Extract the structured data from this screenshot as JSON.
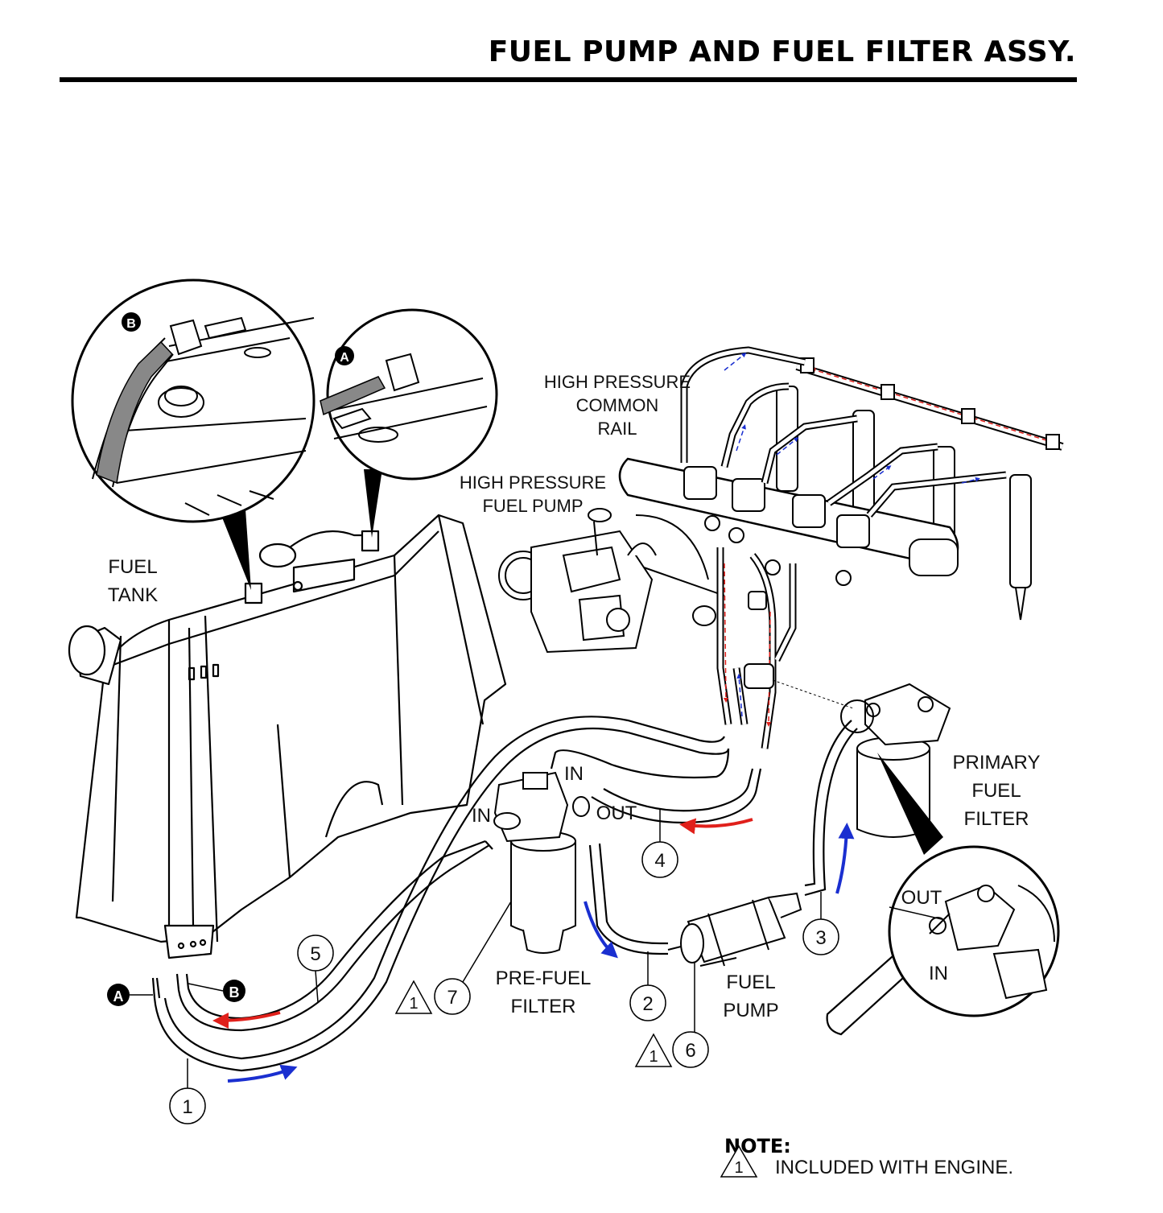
{
  "title": "FUEL PUMP AND FUEL FILTER ASSY.",
  "labels": {
    "fuel_tank": [
      "FUEL",
      "TANK"
    ],
    "hp_common_rail": [
      "HIGH PRESSURE",
      "COMMON",
      "RAIL"
    ],
    "hp_fuel_pump": [
      "HIGH PRESSURE",
      "FUEL PUMP"
    ],
    "primary_fuel_filter": [
      "PRIMARY",
      "FUEL",
      "FILTER"
    ],
    "pre_fuel_filter": [
      "PRE-FUEL",
      "FILTER"
    ],
    "fuel_pump": [
      "FUEL",
      "PUMP"
    ],
    "pre_filter_in": "IN",
    "pre_filter_in_top": "IN",
    "pre_filter_out": "OUT",
    "primary_out": "OUT",
    "primary_in": "IN"
  },
  "detail_markers": {
    "a": "A",
    "b": "B"
  },
  "callouts": [
    "1",
    "2",
    "3",
    "4",
    "5",
    "6",
    "7"
  ],
  "warning_symbol_number": "1",
  "note": {
    "title": "NOTE:",
    "symbol_number": "1",
    "text": "INCLUDED WITH ENGINE."
  },
  "colors": {
    "supply_arrow": "#1a2fd0",
    "return_arrow": "#e0201b",
    "line": "#000000"
  }
}
